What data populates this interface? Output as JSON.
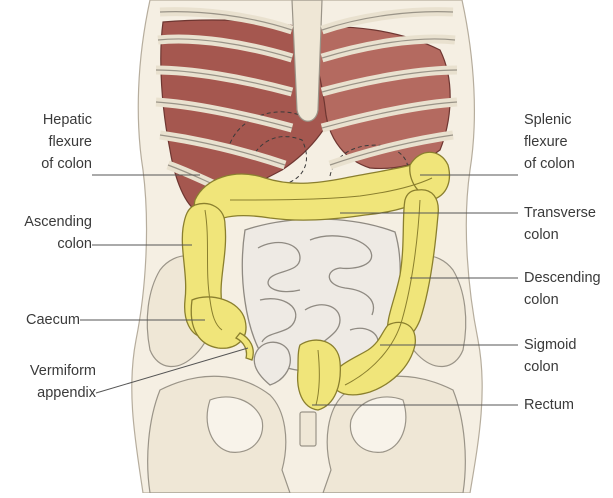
{
  "labels": {
    "hepatic_flexure": [
      "Hepatic",
      "flexure",
      "of colon"
    ],
    "ascending_colon": [
      "Ascending",
      "colon"
    ],
    "caecum": [
      "Caecum"
    ],
    "vermiform_appendix": [
      "Vermiform",
      "appendix"
    ],
    "splenic_flexure": [
      "Splenic",
      "flexure",
      "of colon"
    ],
    "transverse_colon": [
      "Transverse",
      "colon"
    ],
    "descending_colon": [
      "Descending",
      "colon"
    ],
    "sigmoid_colon": [
      "Sigmoid",
      "colon"
    ],
    "rectum": [
      "Rectum"
    ]
  },
  "colors": {
    "bone_fill": "#f1ebde",
    "bone_stroke": "#9a9488",
    "liver": "#a5574f",
    "colon": "#f0e57a",
    "colon_stroke": "#8a7f2e",
    "small_intestine": "#eeeae4",
    "leader_line": "#555555",
    "text": "#3a3a3a"
  }
}
